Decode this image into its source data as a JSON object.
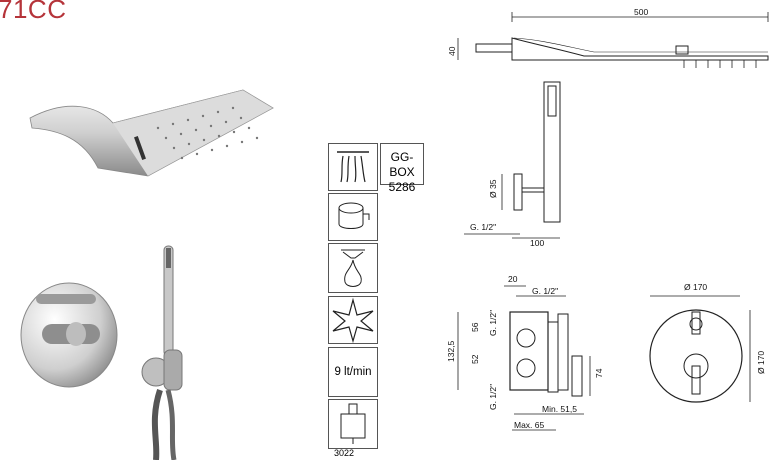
{
  "title": "71CC",
  "badges": {
    "box_code_line1": "GG-BOX",
    "box_code_line2": "5286",
    "flow_rate": "9 lt/min",
    "article_code": "3022"
  },
  "icons": [
    "waterfall-icon",
    "shower-head-icon",
    "cascade-spout-icon",
    "star-icon",
    "box-icon"
  ],
  "dimensions": {
    "rain_width": "500",
    "rain_height": "40",
    "hand_diameter": "Ø 35",
    "hand_thread": "G. 1/2\"",
    "hand_projection": "100",
    "valve_offset": "20",
    "valve_thread_top": "G. 1/2\"",
    "valve_56": "56",
    "valve_52": "52",
    "valve_132": "132,5",
    "valve_g_left1": "G. 1/2\"",
    "valve_g_left2": "G. 1/2\"",
    "valve_74": "74",
    "valve_min": "Min. 51,5",
    "valve_max": "Max. 65",
    "plate_width": "Ø 170",
    "plate_height": "Ø 170"
  },
  "colors": {
    "title": "#b5343a",
    "line": "#222222"
  }
}
